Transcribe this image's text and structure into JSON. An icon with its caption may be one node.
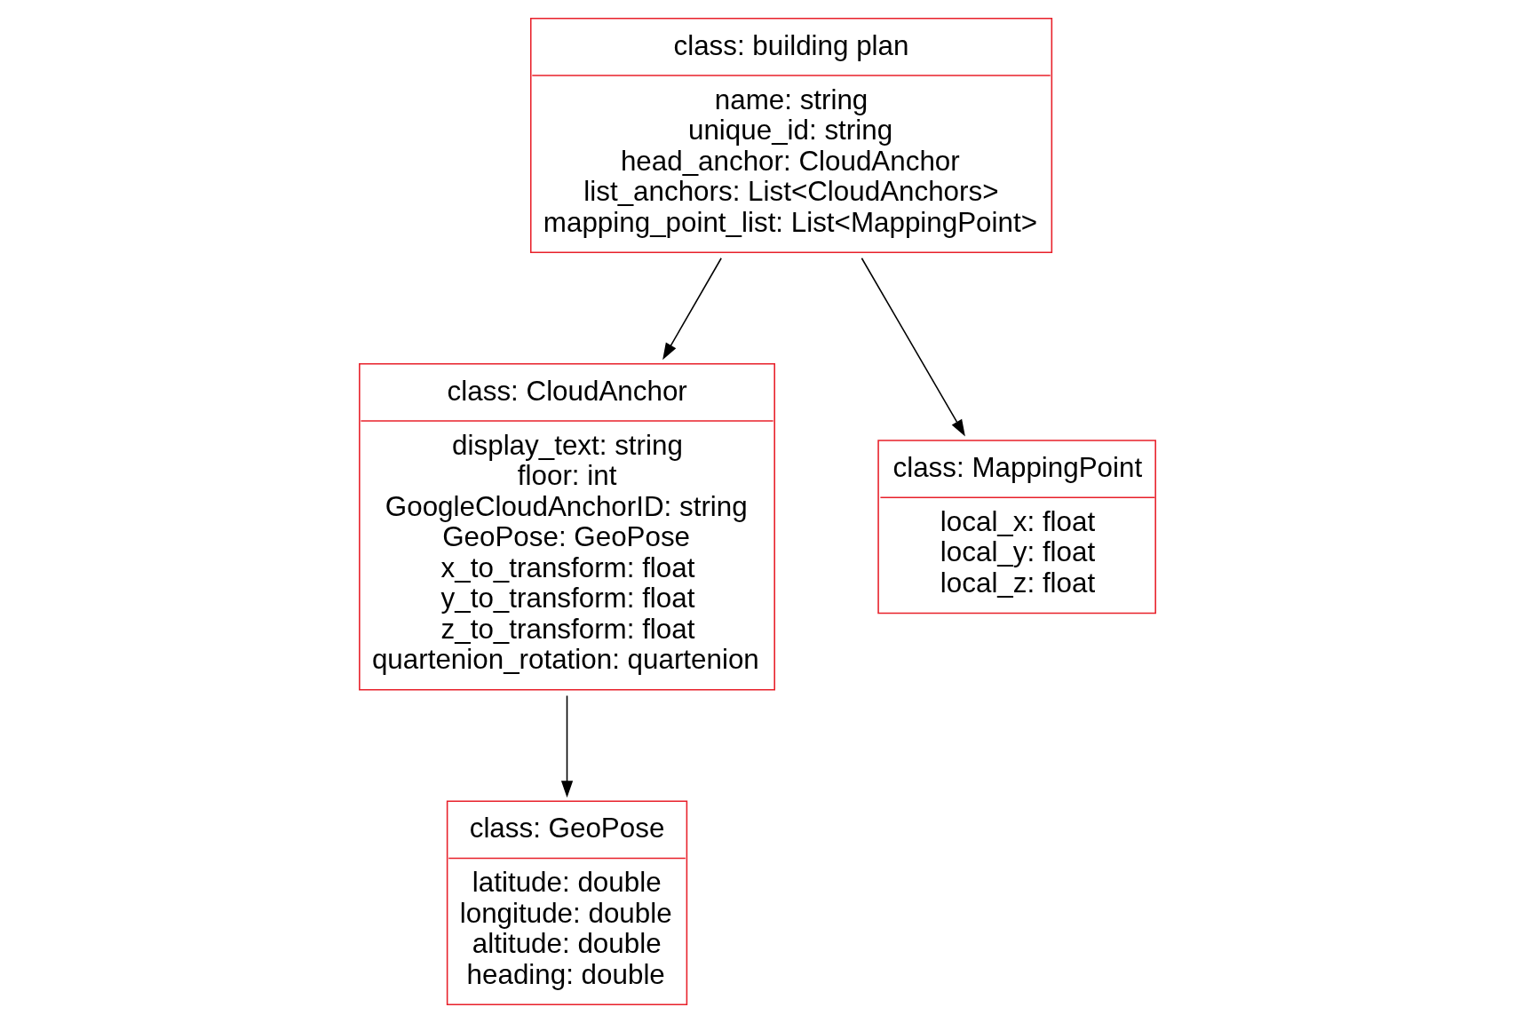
{
  "diagram": {
    "nodes": [
      {
        "text": [
          "class: building plan",
          "name: string",
          "unique_id: string",
          "head_anchor: CloudAnchor",
          "list_anchors: List<CloudAnchors>",
          "mapping_point_list: List<MappingPoint>"
        ]
      },
      {
        "text": [
          "class: CloudAnchor",
          "display_text: string",
          "floor: int",
          "GoogleCloudAnchorID: string",
          "GeoPose: GeoPose",
          "x_to_transform: float",
          "y_to_transform: float",
          "z_to_transform: float",
          "quartenion_rotation: quartenion"
        ]
      },
      {
        "text": [
          "class: MappingPoint",
          "local_x: float",
          "local_y: float",
          "local_z: float"
        ]
      },
      {
        "text": [
          "class: GeoPose",
          "latitude: double",
          "longitude: double",
          "altitude: double",
          "heading: double"
        ]
      }
    ],
    "edges": [
      {
        "from": 0,
        "to": 1,
        "arrow": "to"
      },
      {
        "from": 0,
        "to": 2,
        "arrow": "to"
      },
      {
        "from": 1,
        "to": 3,
        "arrow": "to"
      }
    ]
  }
}
